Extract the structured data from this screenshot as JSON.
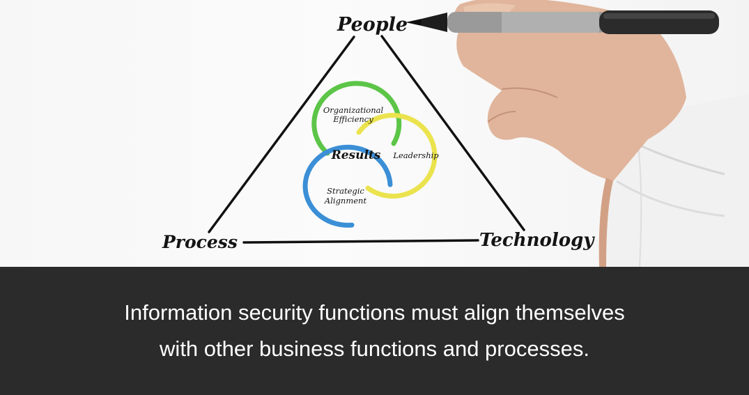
{
  "diagram": {
    "vertices": {
      "top": "People",
      "left": "Process",
      "right": "Technology"
    },
    "circles": [
      {
        "label": "Organizational Efficiency",
        "line1": "Organizational",
        "line2": "Efficiency",
        "color": "#5cc548"
      },
      {
        "label": "Leadership",
        "color": "#ebe34e"
      },
      {
        "label": "Strategic Alignment",
        "line1": "Strategic",
        "line2": "Alignment",
        "color": "#3b8fd6"
      }
    ],
    "center_label": "Results"
  },
  "caption": {
    "line1": "Information security functions must align themselves",
    "line2": "with other business functions and processes.",
    "background": "#2b2b2b",
    "text_color": "#ffffff"
  },
  "icons": [
    "marker-icon",
    "hand-icon"
  ]
}
